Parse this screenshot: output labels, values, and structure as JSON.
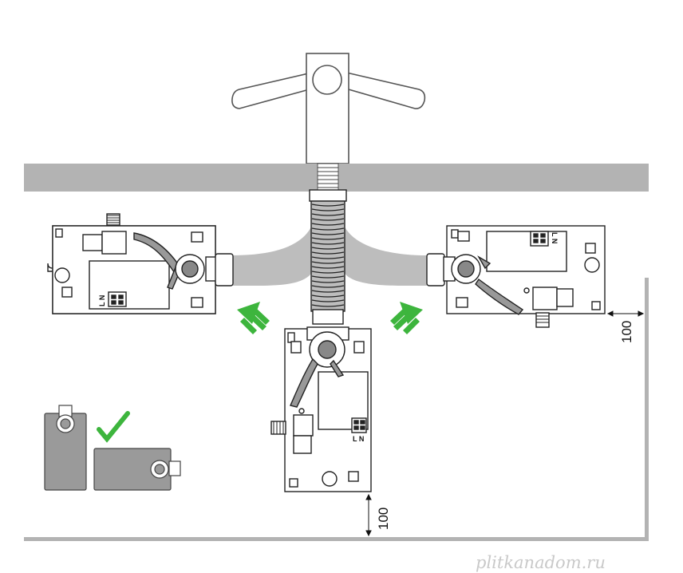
{
  "dimensions": {
    "right_clearance": "100",
    "bottom_clearance": "100"
  },
  "unit_labels": {
    "left_unit": "L N",
    "right_unit": "L N",
    "center_unit": "L N"
  },
  "watermark": "plitkanadom.ru",
  "colors": {
    "wall": "#b3b3b3",
    "hose": "#bdbdbd",
    "unit_fill": "#ffffff",
    "outline": "#222222",
    "arrow_green": "#3db53d",
    "check_green": "#3db53d",
    "example_gray": "#9a9a9a"
  }
}
